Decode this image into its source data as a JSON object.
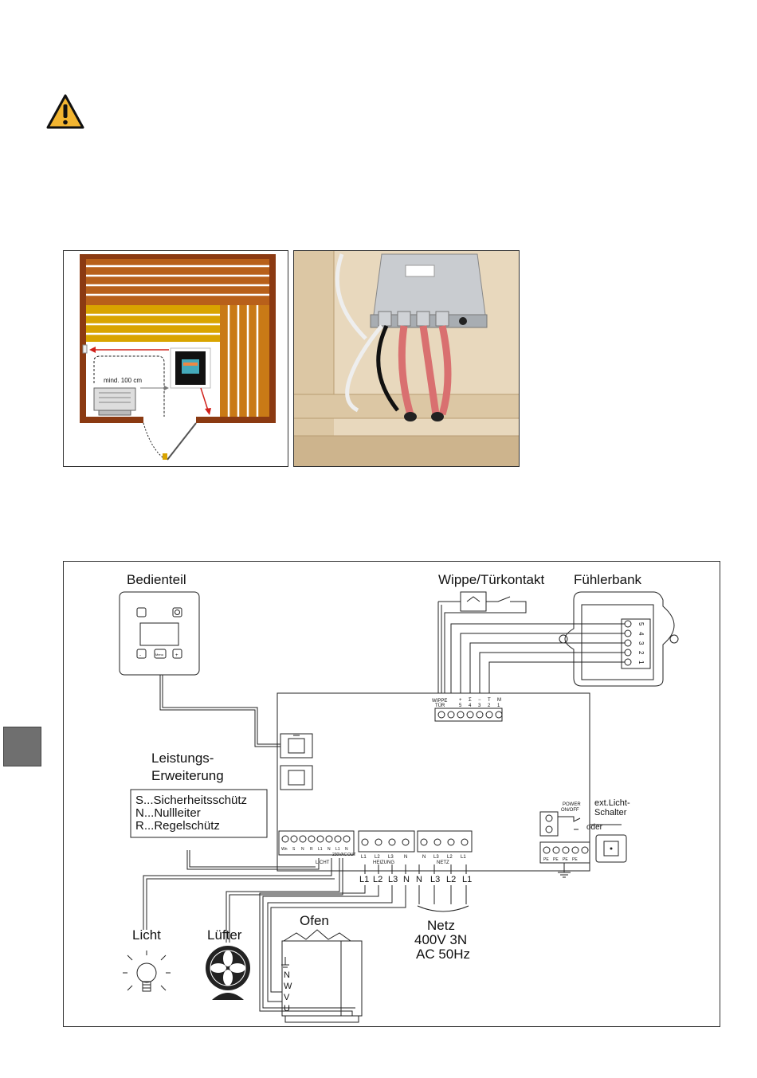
{
  "warning": {
    "icon": "warning-triangle-icon",
    "color": "#f2b531"
  },
  "sidebar_tab": {
    "color": "#6f6f6f"
  },
  "floor_plan": {
    "distance_label": "mind. 100 cm",
    "wall_color": "#8b3a12",
    "bench_color": "#d9a400",
    "arrow_color": "#d0201a"
  },
  "photo": {
    "description_icon": "controller-box-photo"
  },
  "wiring": {
    "bedienteil": "Bedienteil",
    "wippe": "Wippe/Türkontakt",
    "fuehlerbank": "Fühlerbank",
    "leistungs1": "Leistungs-",
    "leistungs2": "Erweiterung",
    "legend": [
      "S...Sicherheitsschütz",
      "N...Nullleiter",
      "R...Regelschütz"
    ],
    "licht": "Licht",
    "luefter": "Lüfter",
    "ofen": "Ofen",
    "netz_title": "Netz",
    "netz_voltage": "400V 3N",
    "netz_freq": "AC 50Hz",
    "power": "POWER",
    "onoff": "ON/OFF",
    "extlicht1": "ext.Licht-",
    "extlicht2": "Schalter",
    "oder": "oder",
    "block_licht": "LICHT",
    "block_heizung": "HEIZUNG",
    "block_netz": "NETZ",
    "wippe_tuer1": "WIPPE",
    "wippe_tuer2": "TÜR",
    "sensor_pins": [
      "5",
      "4",
      "3",
      "2",
      "1"
    ],
    "sensor_top": [
      "+",
      "Σ",
      "−",
      "T",
      "M"
    ],
    "licht_pins": [
      "Wn",
      "S",
      "N",
      "R",
      "L1",
      "N",
      "L1",
      "N"
    ],
    "licht_sub": "230VAC",
    "licht_out": "OUT",
    "heizung_pins": [
      "L1",
      "L2",
      "L3",
      "N"
    ],
    "netz_pins": [
      "N",
      "L3",
      "L2",
      "L1"
    ],
    "pe_pins": [
      "PE",
      "PE",
      "PE",
      "PE"
    ],
    "heizung_out": [
      "L1",
      "L2",
      "L3",
      "N"
    ],
    "netz_out": [
      "N",
      "L3",
      "L2",
      "L1"
    ],
    "ofen_terms": [
      "N",
      "W",
      "V",
      "U"
    ],
    "panel_minus": "-",
    "panel_plus": "+",
    "panel_menu": "Menu"
  }
}
